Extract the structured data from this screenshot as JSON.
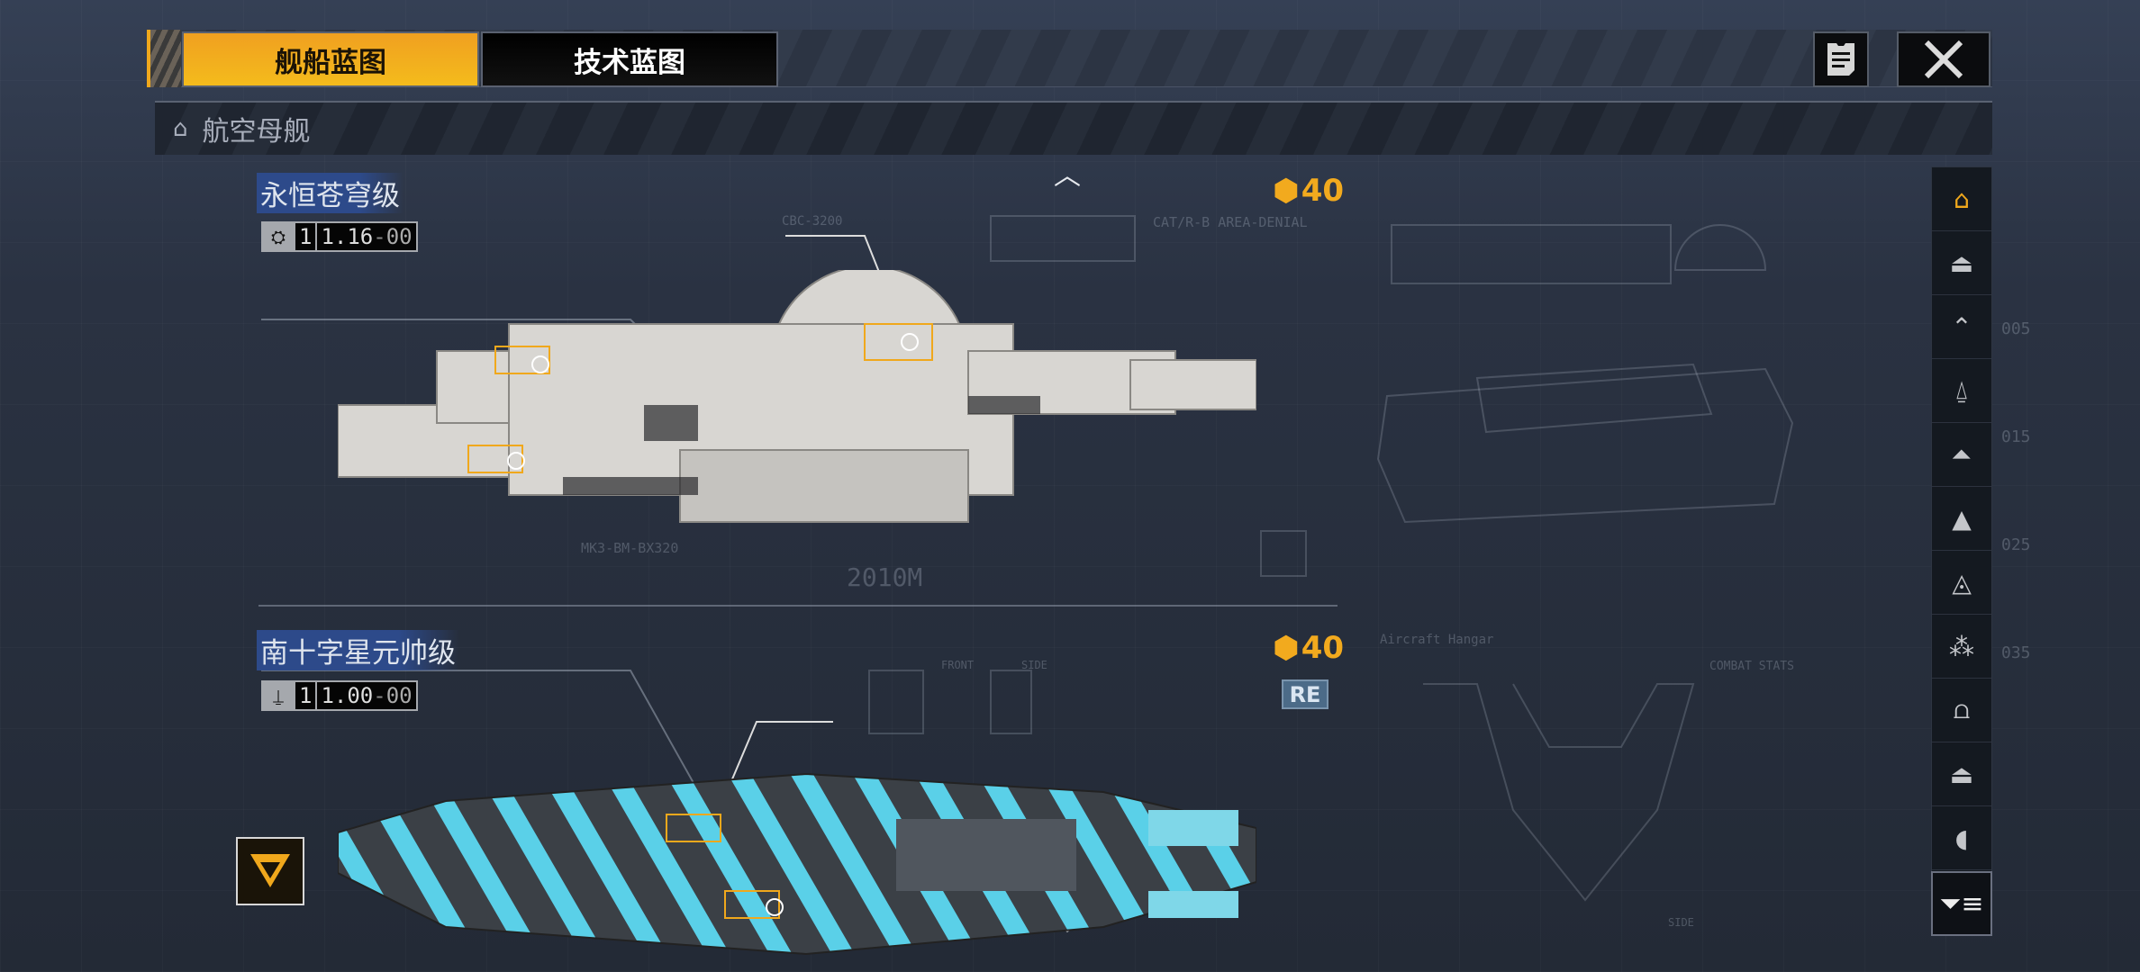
{
  "tabs": [
    {
      "label": "舰船蓝图",
      "active": true
    },
    {
      "label": "技术蓝图",
      "active": false
    }
  ],
  "header_buttons": {
    "notes_icon": "document-icon",
    "close_icon": "close-icon"
  },
  "category": {
    "icon": "carrier-icon",
    "label": "航空母舰"
  },
  "ships": [
    {
      "name": "永恒苍穹级",
      "class_icon": "carrier-icon",
      "tier": "1",
      "version": "1.16",
      "sub": "00",
      "cost": "40",
      "cost_icon": "star-chip-icon",
      "hull_color": "#d8d6d2"
    },
    {
      "name": "南十字星元帅级",
      "class_icon": "fighter-icon",
      "tier": "1",
      "version": "1.00",
      "sub": "00",
      "cost": "40",
      "cost_icon": "star-chip-icon",
      "tag": "RE",
      "hull_color": "#5ad0e8"
    }
  ],
  "blueprint_text": {
    "callout1": "CBC-3200",
    "module1": "CAT/R-B AREA-DENIAL",
    "weapon": "MK3-BM-BX320",
    "length": "2010M",
    "hangar": "Aircraft Hangar",
    "stats": "COMBAT STATS",
    "front": "FRONT",
    "side": "SIDE",
    "side2": "SIDE",
    "scale": [
      "005",
      "015",
      "025",
      "035"
    ]
  },
  "sidebar": {
    "items": [
      "carrier",
      "battlecruiser",
      "cruiser",
      "destroyer",
      "frigate",
      "corvette",
      "aux-ship",
      "strike-craft",
      "hangar-carrier",
      "base",
      "station"
    ],
    "active_index": 0,
    "filter_icon": "filter-icon"
  },
  "colors": {
    "accent": "#f0a81c",
    "name_highlight": "#2d4a8a",
    "background": "#2a3240"
  }
}
